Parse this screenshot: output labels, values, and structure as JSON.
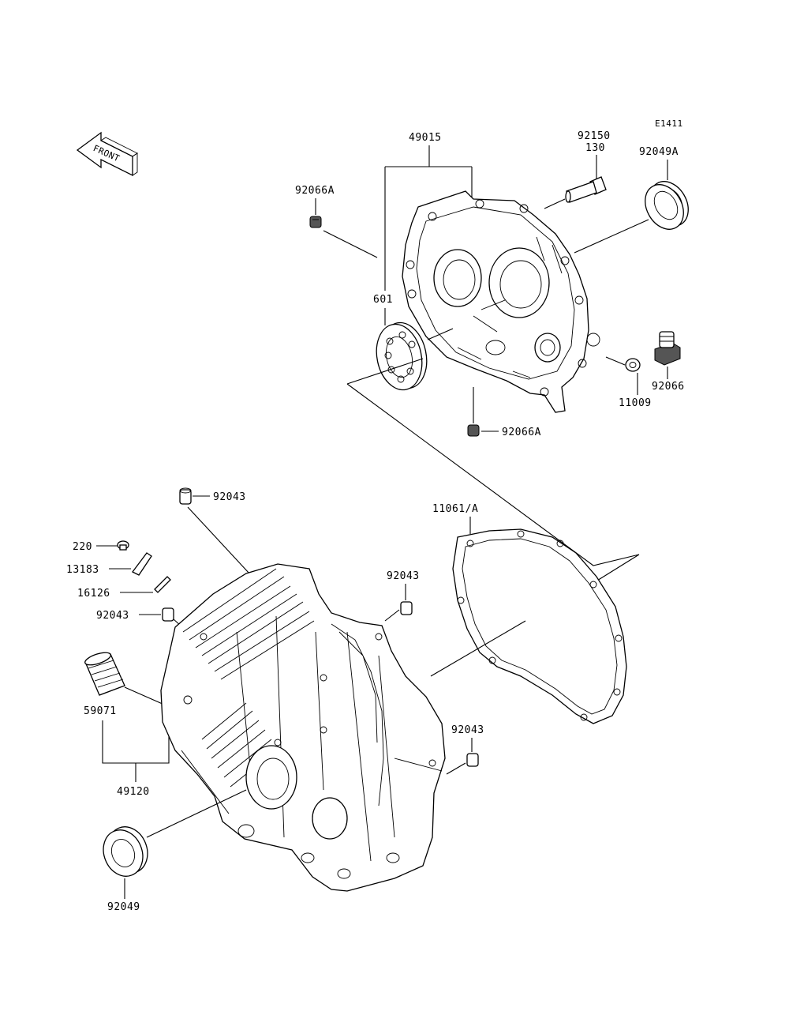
{
  "diagram_code": "E1411",
  "front_label": "FRONT",
  "parts": {
    "p49015": "49015",
    "p92150": "92150",
    "p130": "130",
    "p92049A": "92049A",
    "p92066A_top": "92066A",
    "p601": "601",
    "p92066": "92066",
    "p11009": "11009",
    "p92066A_bottom": "92066A",
    "p92043_top": "92043",
    "p11061A": "11061/A",
    "p220": "220",
    "p13183": "13183",
    "p16126": "16126",
    "p92043_left": "92043",
    "p92043_mid": "92043",
    "p59071": "59071",
    "p49120": "49120",
    "p92043_right": "92043",
    "p92049": "92049"
  }
}
